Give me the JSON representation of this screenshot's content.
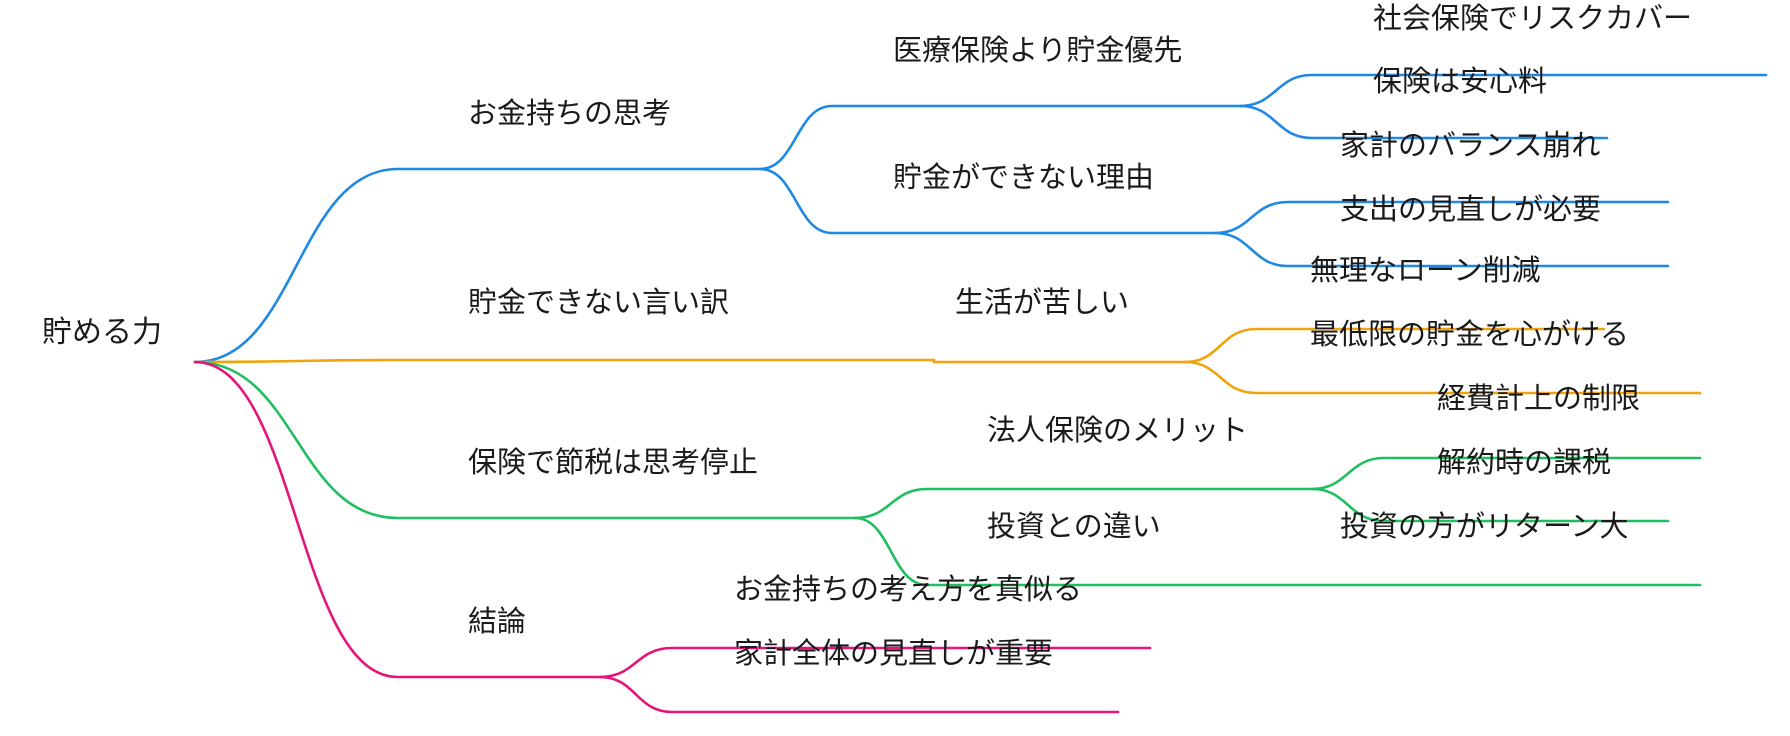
{
  "colors": {
    "blue": "#1e88e5",
    "orange": "#f0a30a",
    "green": "#1fbf5f",
    "pink": "#e6147a",
    "text": "#1a1a1a"
  },
  "mindmap": {
    "root": "貯める力",
    "branches": [
      {
        "label": "お金持ちの思考",
        "color": "blue",
        "children": [
          {
            "label": "医療保険より貯金優先",
            "children": [
              "社会保険でリスクカバー",
              "保険は安心料"
            ]
          },
          {
            "label": "貯金ができない理由",
            "children": [
              "家計のバランス崩れ",
              "支出の見直しが必要"
            ]
          }
        ]
      },
      {
        "label": "貯金できない言い訳",
        "color": "orange",
        "children": [
          {
            "label": "生活が苦しい",
            "children": [
              "無理なローン削減",
              "最低限の貯金を心がける"
            ]
          }
        ]
      },
      {
        "label": "保険で節税は思考停止",
        "color": "green",
        "children": [
          {
            "label": "法人保険のメリット",
            "children": [
              "経費計上の制限",
              "解約時の課税"
            ]
          },
          {
            "label": "投資との違い",
            "children": [
              "投資の方がリターン大"
            ]
          }
        ]
      },
      {
        "label": "結論",
        "color": "pink",
        "children": [
          {
            "label": "お金持ちの考え方を真似る"
          },
          {
            "label": "家計全体の見直しが重要"
          }
        ]
      }
    ]
  }
}
